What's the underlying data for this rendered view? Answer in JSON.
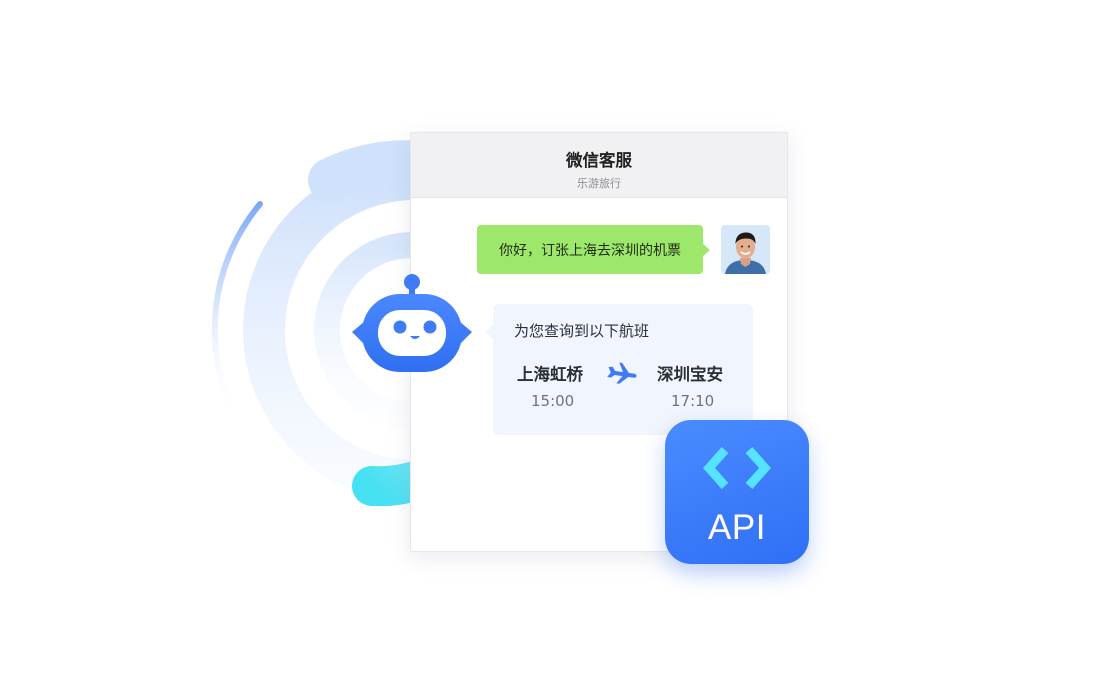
{
  "window": {
    "title": "微信客服",
    "subtitle": "乐游旅行"
  },
  "messages": {
    "user_text": "你好，订张上海去深圳的机票",
    "bot_intro": "为您查询到以下航班"
  },
  "flight": {
    "from_city": "上海虹桥",
    "to_city": "深圳宝安",
    "departure_time": "15:00",
    "arrival_time": "17:10"
  },
  "badge": {
    "label": "API",
    "icon": "code-brackets-icon"
  },
  "icons": {
    "robot": "robot-icon",
    "plane": "airplane-icon",
    "avatar": "user-avatar"
  },
  "colors": {
    "user_bubble": "#9de86b",
    "bot_card": "#f1f5fd",
    "robot_blue": "#3f7bf6",
    "badge_blue": "#3a7bfd",
    "code_cyan": "#55e3ff"
  }
}
